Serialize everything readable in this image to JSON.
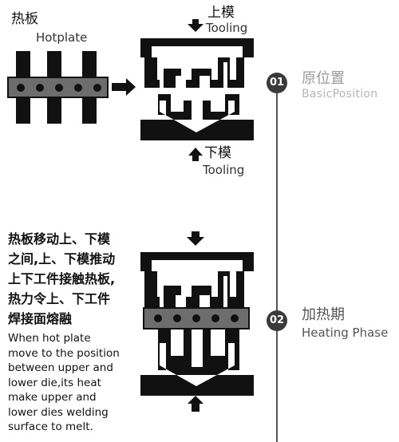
{
  "hotplate": {
    "cn": "热板",
    "en": "Hotplate"
  },
  "upper_tooling": {
    "cn": "上模",
    "en": "Tooling"
  },
  "lower_tooling": {
    "cn": "下模",
    "en": "Tooling"
  },
  "steps": [
    {
      "num": "01",
      "cn": "原位置",
      "en": "BasicPosition"
    },
    {
      "num": "02",
      "cn": "加热期",
      "en": "Heating Phase"
    }
  ],
  "description": {
    "cn": "热板移动上、下模\n之间,上、下模推动\n上下工件接触热板,\n热力令上、下工件\n焊接面熔融",
    "en": "When hot plate\nmove to the position\nbetween upper and\nlower die,its heat\nmake upper and\nlower dies welding\nsurface to melt."
  },
  "colors": {
    "ink": "#111111",
    "timeline": "#555555",
    "badge": "#3a3a3a",
    "plate": "#6d6d6d"
  }
}
